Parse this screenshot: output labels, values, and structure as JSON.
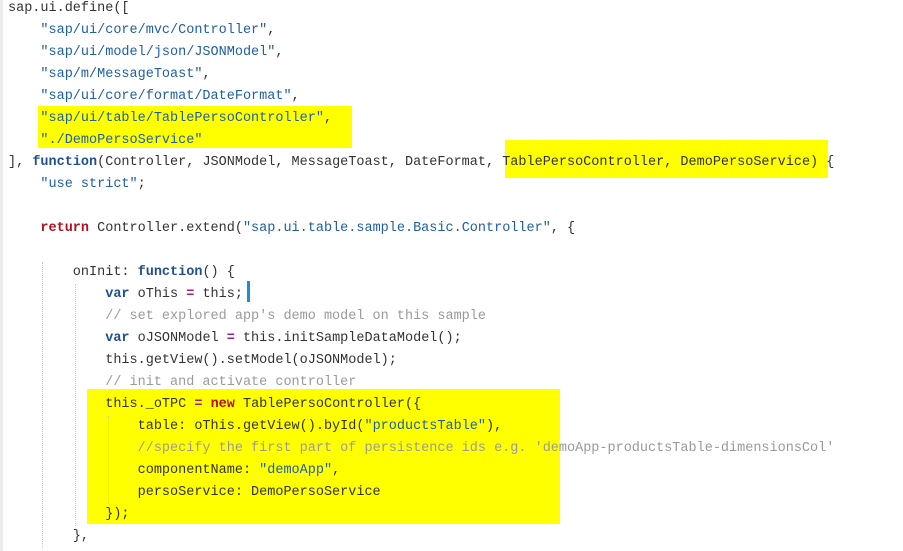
{
  "editor": {
    "lines": [
      [
        [
          "",
          "sap.ui.define(["
        ]
      ],
      [
        [
          "",
          "    "
        ],
        [
          "str",
          "\"sap/ui/core/mvc/Controller\""
        ],
        [
          "",
          ","
        ]
      ],
      [
        [
          "",
          "    "
        ],
        [
          "str",
          "\"sap/ui/model/json/JSONModel\""
        ],
        [
          "",
          ","
        ]
      ],
      [
        [
          "",
          "    "
        ],
        [
          "str",
          "\"sap/m/MessageToast\""
        ],
        [
          "",
          ","
        ]
      ],
      [
        [
          "",
          "    "
        ],
        [
          "str",
          "\"sap/ui/core/format/DateFormat\""
        ],
        [
          "",
          ","
        ]
      ],
      [
        [
          "",
          "    "
        ],
        [
          "str",
          "\"sap/ui/table/TablePersoController\""
        ],
        [
          "",
          ","
        ]
      ],
      [
        [
          "",
          "    "
        ],
        [
          "str",
          "\"./DemoPersoService\""
        ]
      ],
      [
        [
          "",
          "], "
        ],
        [
          "kw",
          "function"
        ],
        [
          "",
          "(Controller, JSONModel, MessageToast, DateFormat, TablePersoController, DemoPersoService) {"
        ]
      ],
      [
        [
          "",
          "    "
        ],
        [
          "str",
          "\"use strict\""
        ],
        [
          "",
          ";"
        ]
      ],
      [],
      [
        [
          "",
          "    "
        ],
        [
          "kw2",
          "return"
        ],
        [
          "",
          " Controller.extend("
        ],
        [
          "str",
          "\"sap.ui.table.sample.Basic.Controller\""
        ],
        [
          "",
          ", {"
        ]
      ],
      [],
      [
        [
          "",
          "        onInit: "
        ],
        [
          "kw",
          "function"
        ],
        [
          "",
          "() {"
        ]
      ],
      [
        [
          "",
          "            "
        ],
        [
          "kw",
          "var"
        ],
        [
          "",
          " oThis "
        ],
        [
          "op",
          "="
        ],
        [
          "",
          " this;"
        ]
      ],
      [
        [
          "",
          "            "
        ],
        [
          "com",
          "// set explored app's demo model on this sample"
        ]
      ],
      [
        [
          "",
          "            "
        ],
        [
          "kw",
          "var"
        ],
        [
          "",
          " oJSONModel "
        ],
        [
          "op",
          "="
        ],
        [
          "",
          " this.initSampleDataModel();"
        ]
      ],
      [
        [
          "",
          "            this.getView().setModel(oJSONModel);"
        ]
      ],
      [
        [
          "",
          "            "
        ],
        [
          "com",
          "// init and activate controller"
        ]
      ],
      [
        [
          "",
          "            this._oTPC "
        ],
        [
          "op",
          "="
        ],
        [
          "",
          " "
        ],
        [
          "kw2",
          "new"
        ],
        [
          "",
          " TablePersoController({"
        ]
      ],
      [
        [
          "",
          "                table: oThis.getView().byId("
        ],
        [
          "str",
          "\"productsTable\""
        ],
        [
          "",
          "),"
        ]
      ],
      [
        [
          "",
          "                "
        ],
        [
          "com",
          "//specify the first part of persistence ids e.g. 'demoApp-productsTable-dimensionsCol'"
        ]
      ],
      [
        [
          "",
          "                componentName: "
        ],
        [
          "str",
          "\"demoApp\""
        ],
        [
          "",
          ","
        ]
      ],
      [
        [
          "",
          "                persoService: DemoPersoService"
        ]
      ],
      [
        [
          "",
          "            });"
        ]
      ],
      [
        [
          "",
          "        },"
        ]
      ]
    ]
  }
}
